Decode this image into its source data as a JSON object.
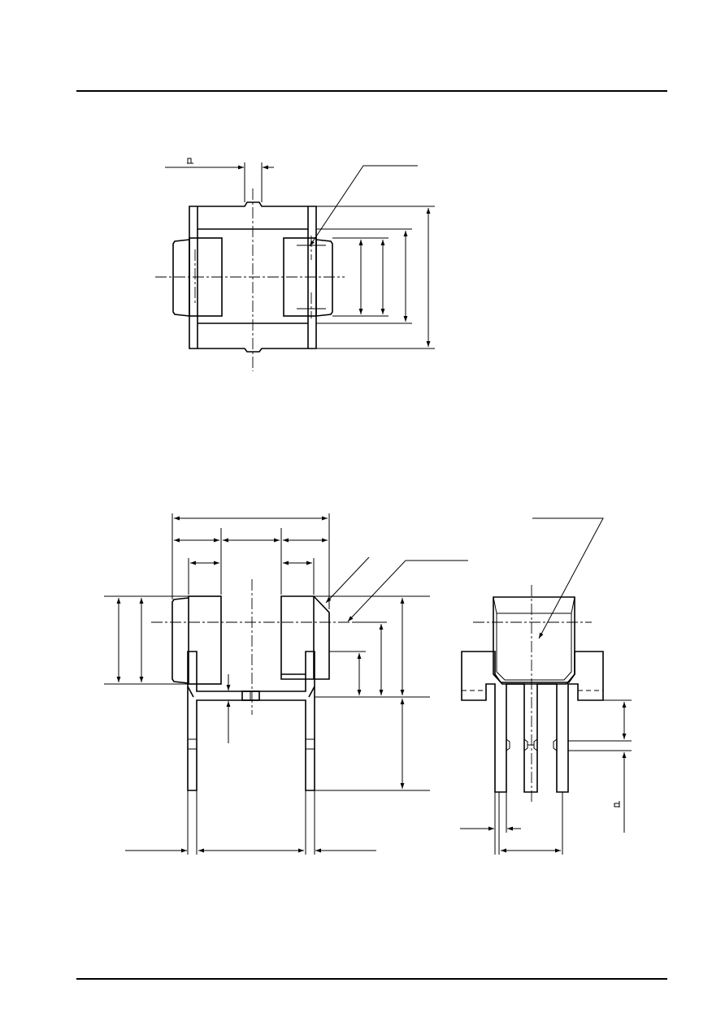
{
  "drawing": {
    "views": [
      "top-view",
      "front-view",
      "side-view"
    ],
    "angle_symbol_glyph": "⊥"
  },
  "colors": {
    "line": "#000000",
    "background": "#ffffff"
  }
}
